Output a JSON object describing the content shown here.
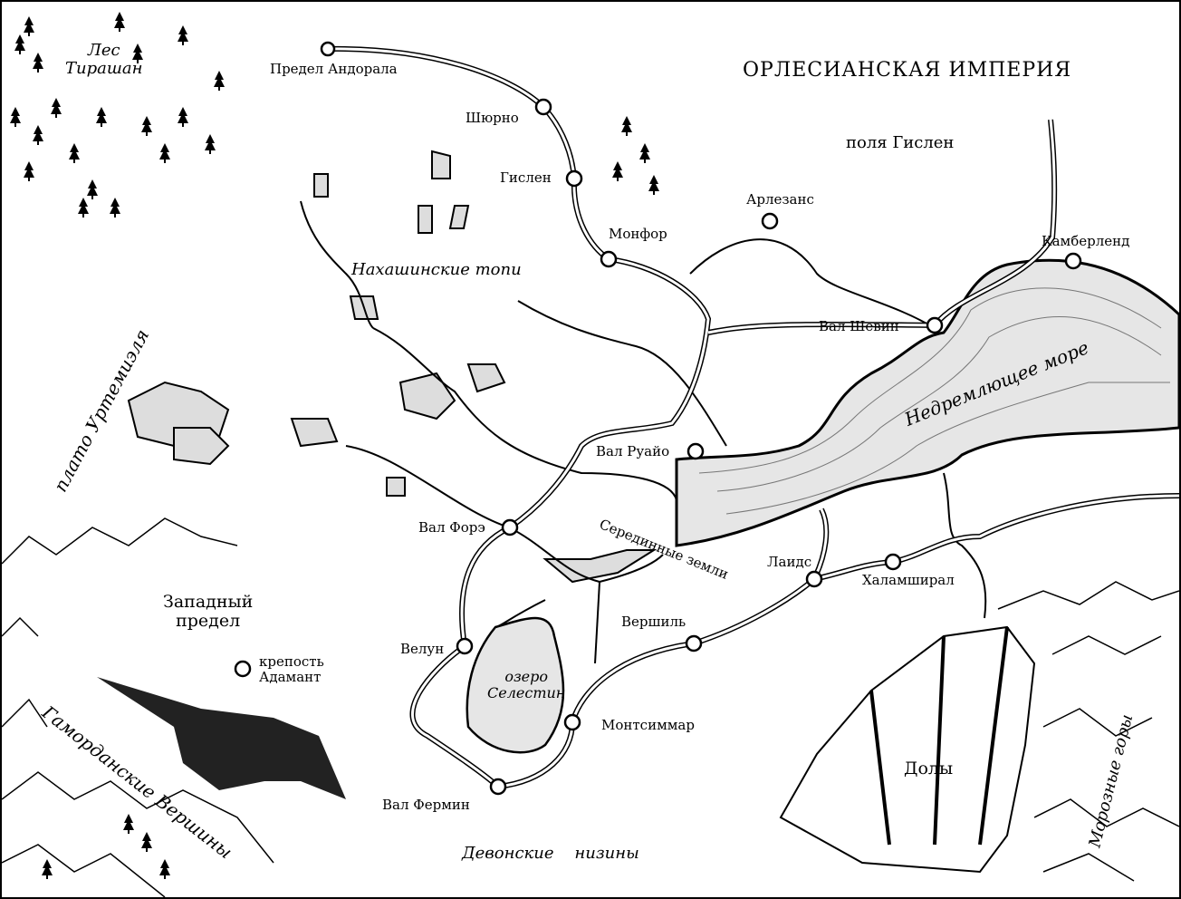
{
  "title": "ОРЛЕСИАНСКАЯ ИМПЕРИЯ",
  "regions": {
    "forest": [
      "Лес",
      "Тирашан"
    ],
    "fields": "поля Гислен",
    "marshes": "Нахашинские топи",
    "plateau": "плато Уртемиэля",
    "sea": "Недремлющее море",
    "heartlands": "Серединные земли",
    "western_approach": [
      "Западный",
      "предел"
    ],
    "lake": [
      "озеро",
      "Селестин"
    ],
    "dales": "Долы",
    "frostback": "Морозные горы",
    "hunterhorn": "Гаморданские Вершины",
    "lowlands": "Девонские    низины"
  },
  "cities": {
    "andoral": "Предел Андорала",
    "churneau": "Шюрно",
    "ghislain": "Гислен",
    "arlesans": "Арлезанс",
    "montfort": "Монфор",
    "cumberland": "Камберленд",
    "chevin": "Вал Шевин",
    "royeaux": "Вал Руайо",
    "foret": "Вал Форэ",
    "lydes": "Лаидс",
    "halamshiral": "Халамширал",
    "verchiel": "Вершиль",
    "velun": "Велун",
    "montsimmard": "Монтсиммар",
    "firmin": "Вал Фермин",
    "adamant": [
      "крепость",
      "Адамант"
    ]
  },
  "colors": {
    "ink": "#000000",
    "paper": "#ffffff",
    "water": "#e6e6e6"
  }
}
